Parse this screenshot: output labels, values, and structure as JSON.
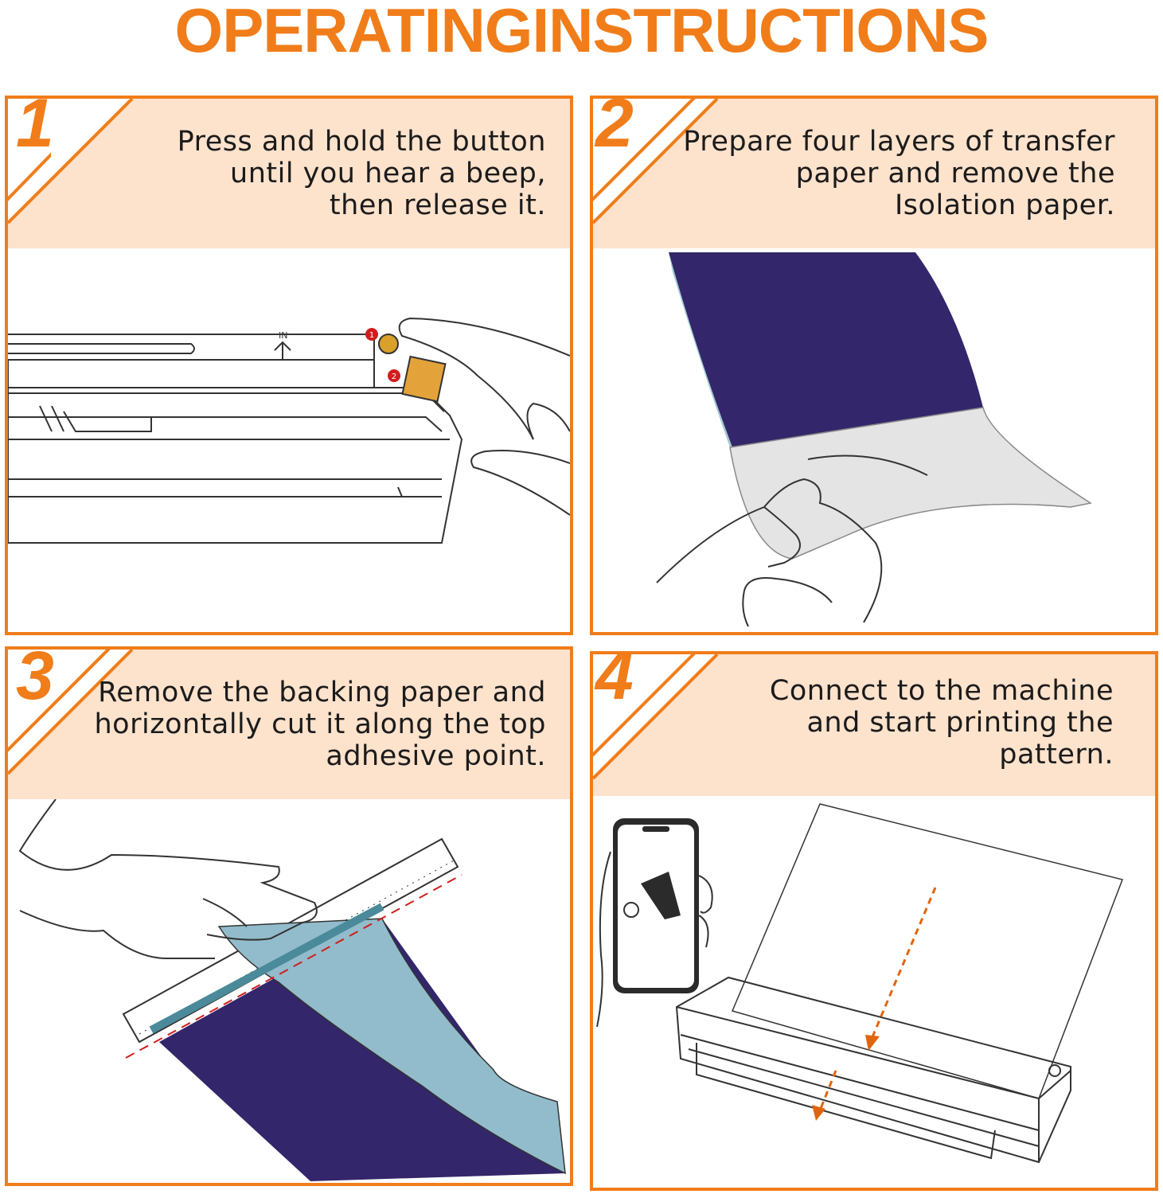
{
  "title": "OPERATINGINSTRUCTIONS",
  "colors": {
    "accent": "#f07d1a",
    "band": "#fde2cc",
    "carbon": "#33266a",
    "backing": "#92bccb"
  },
  "steps": [
    {
      "number": "1",
      "text": "Press and hold the button until you hear a beep, then release it.",
      "callouts": [
        "1",
        "2"
      ]
    },
    {
      "number": "2",
      "text": "Prepare four layers of transfer paper and remove the Isolation paper."
    },
    {
      "number": "3",
      "text": "Remove the backing paper and horizontally cut it along the top adhesive point."
    },
    {
      "number": "4",
      "text": "Connect to the machine and start printing the pattern."
    }
  ]
}
